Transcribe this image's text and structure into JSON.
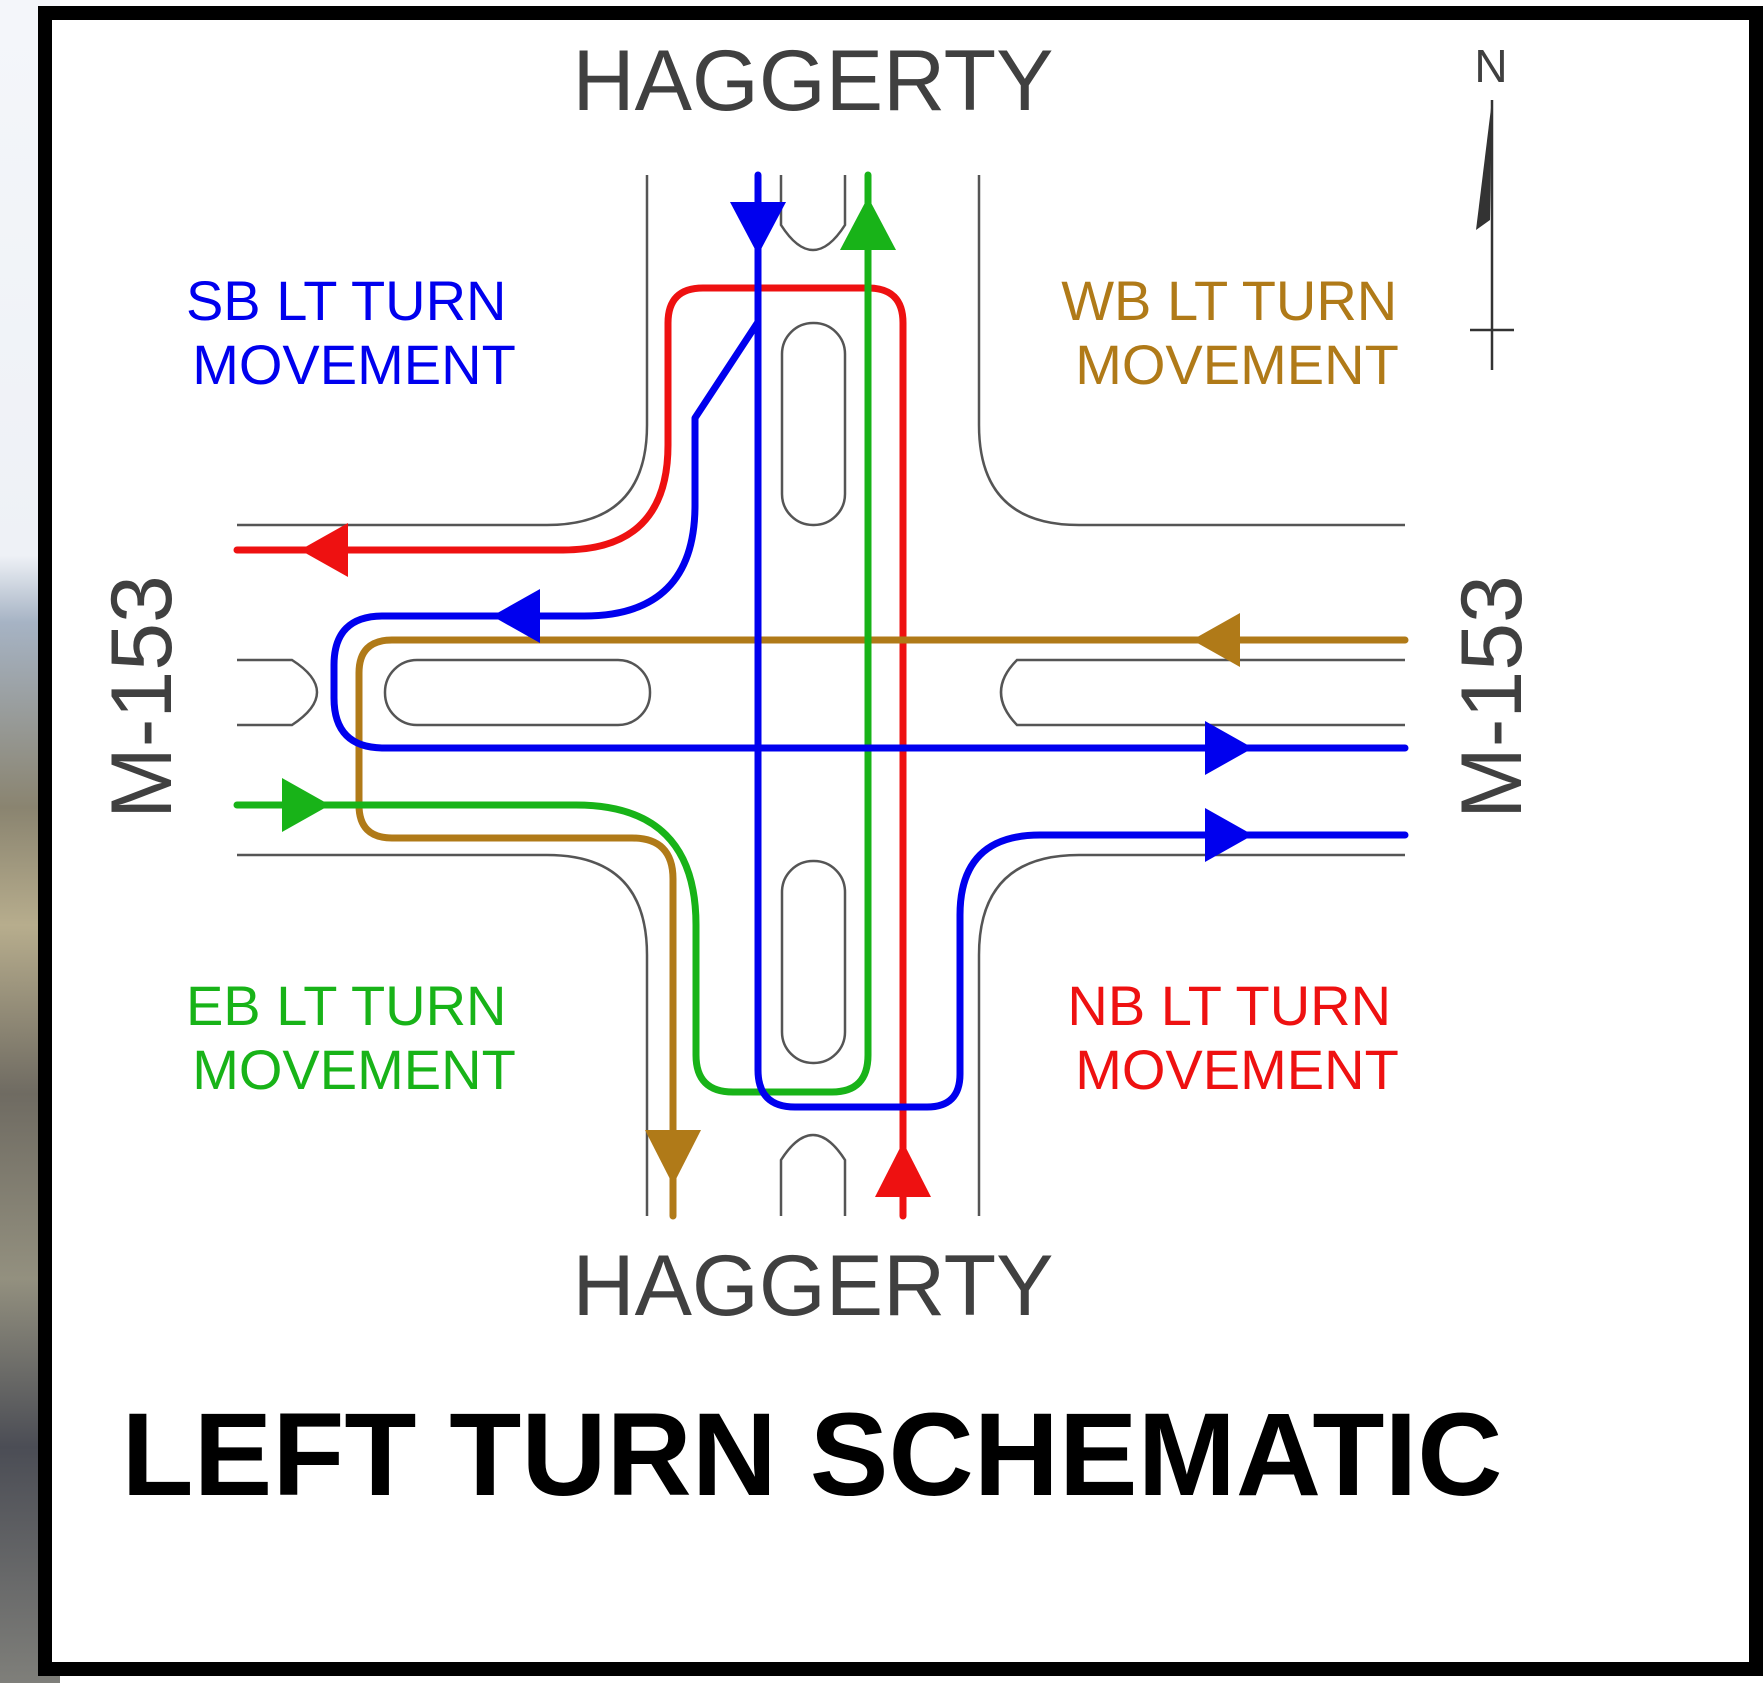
{
  "roads": {
    "north": "HAGGERTY",
    "south": "HAGGERTY",
    "west": "M-153",
    "east": "M-153"
  },
  "movements": {
    "sb": {
      "line1": "SB LT TURN",
      "line2": "MOVEMENT"
    },
    "wb": {
      "line1": "WB LT TURN",
      "line2": "MOVEMENT"
    },
    "eb": {
      "line1": "EB LT TURN",
      "line2": "MOVEMENT"
    },
    "nb": {
      "line1": "NB LT TURN",
      "line2": "MOVEMENT"
    }
  },
  "north_arrow": {
    "label": "N"
  },
  "title": "LEFT TURN SCHEMATIC",
  "colors": {
    "sb": "#0000ee",
    "wb": "#b07a18",
    "eb": "#18b318",
    "nb": "#ee1111",
    "road_text": "#404040"
  }
}
